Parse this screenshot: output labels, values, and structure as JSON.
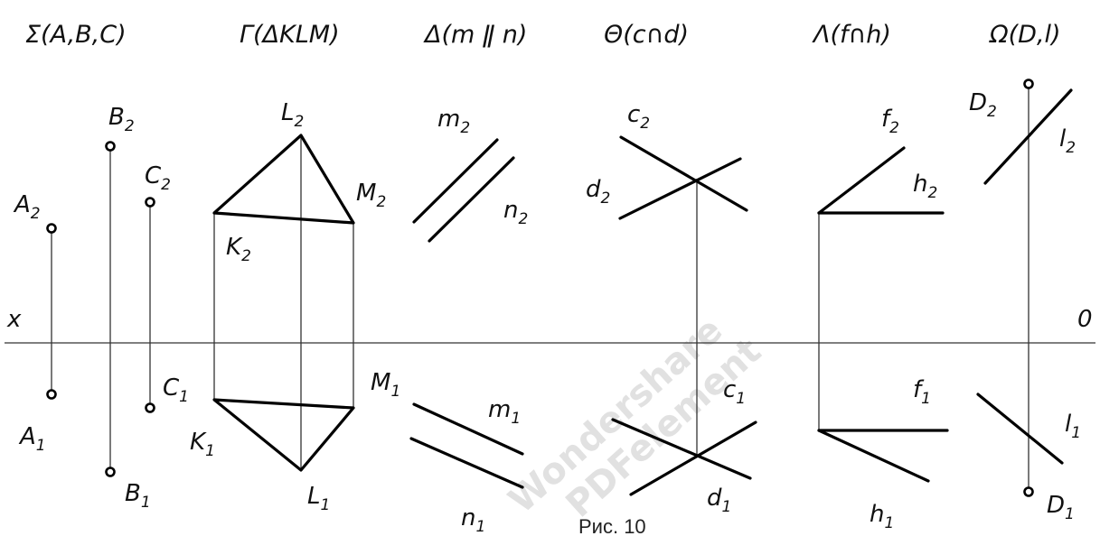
{
  "headers": {
    "sigma": "Σ(A,B,C)",
    "gamma": "Γ(ΔKLM)",
    "delta": "Δ(m ǁ n)",
    "theta": "Θ(c∩d)",
    "lambda": "Λ(f∩h)",
    "omega": "Ω(D,l)"
  },
  "axis": {
    "x": "x",
    "o": "0"
  },
  "labels": {
    "A2": {
      "base": "A",
      "sub": "2"
    },
    "A1": {
      "base": "A",
      "sub": "1"
    },
    "B2": {
      "base": "B",
      "sub": "2"
    },
    "B1": {
      "base": "B",
      "sub": "1"
    },
    "C2": {
      "base": "C",
      "sub": "2"
    },
    "C1": {
      "base": "C",
      "sub": "1"
    },
    "K2": {
      "base": "K",
      "sub": "2"
    },
    "K1": {
      "base": "K",
      "sub": "1"
    },
    "L2": {
      "base": "L",
      "sub": "2"
    },
    "L1": {
      "base": "L",
      "sub": "1"
    },
    "M2": {
      "base": "M",
      "sub": "2"
    },
    "M1": {
      "base": "M",
      "sub": "1"
    },
    "m2": {
      "base": "m",
      "sub": "2"
    },
    "m1": {
      "base": "m",
      "sub": "1"
    },
    "n2": {
      "base": "n",
      "sub": "2"
    },
    "n1": {
      "base": "n",
      "sub": "1"
    },
    "c2": {
      "base": "c",
      "sub": "2"
    },
    "c1": {
      "base": "c",
      "sub": "1"
    },
    "d2": {
      "base": "d",
      "sub": "2"
    },
    "d1": {
      "base": "d",
      "sub": "1"
    },
    "f2": {
      "base": "f",
      "sub": "2"
    },
    "f1": {
      "base": "f",
      "sub": "1"
    },
    "h2": {
      "base": "h",
      "sub": "2"
    },
    "h1": {
      "base": "h",
      "sub": "1"
    },
    "D2": {
      "base": "D",
      "sub": "2"
    },
    "D1": {
      "base": "D",
      "sub": "1"
    },
    "l2": {
      "base": "l",
      "sub": "2"
    },
    "l1": {
      "base": "l",
      "sub": "1"
    }
  },
  "watermark": {
    "line1": "Wondershare",
    "line2": "PDFelement"
  },
  "caption": "Рис. 10"
}
